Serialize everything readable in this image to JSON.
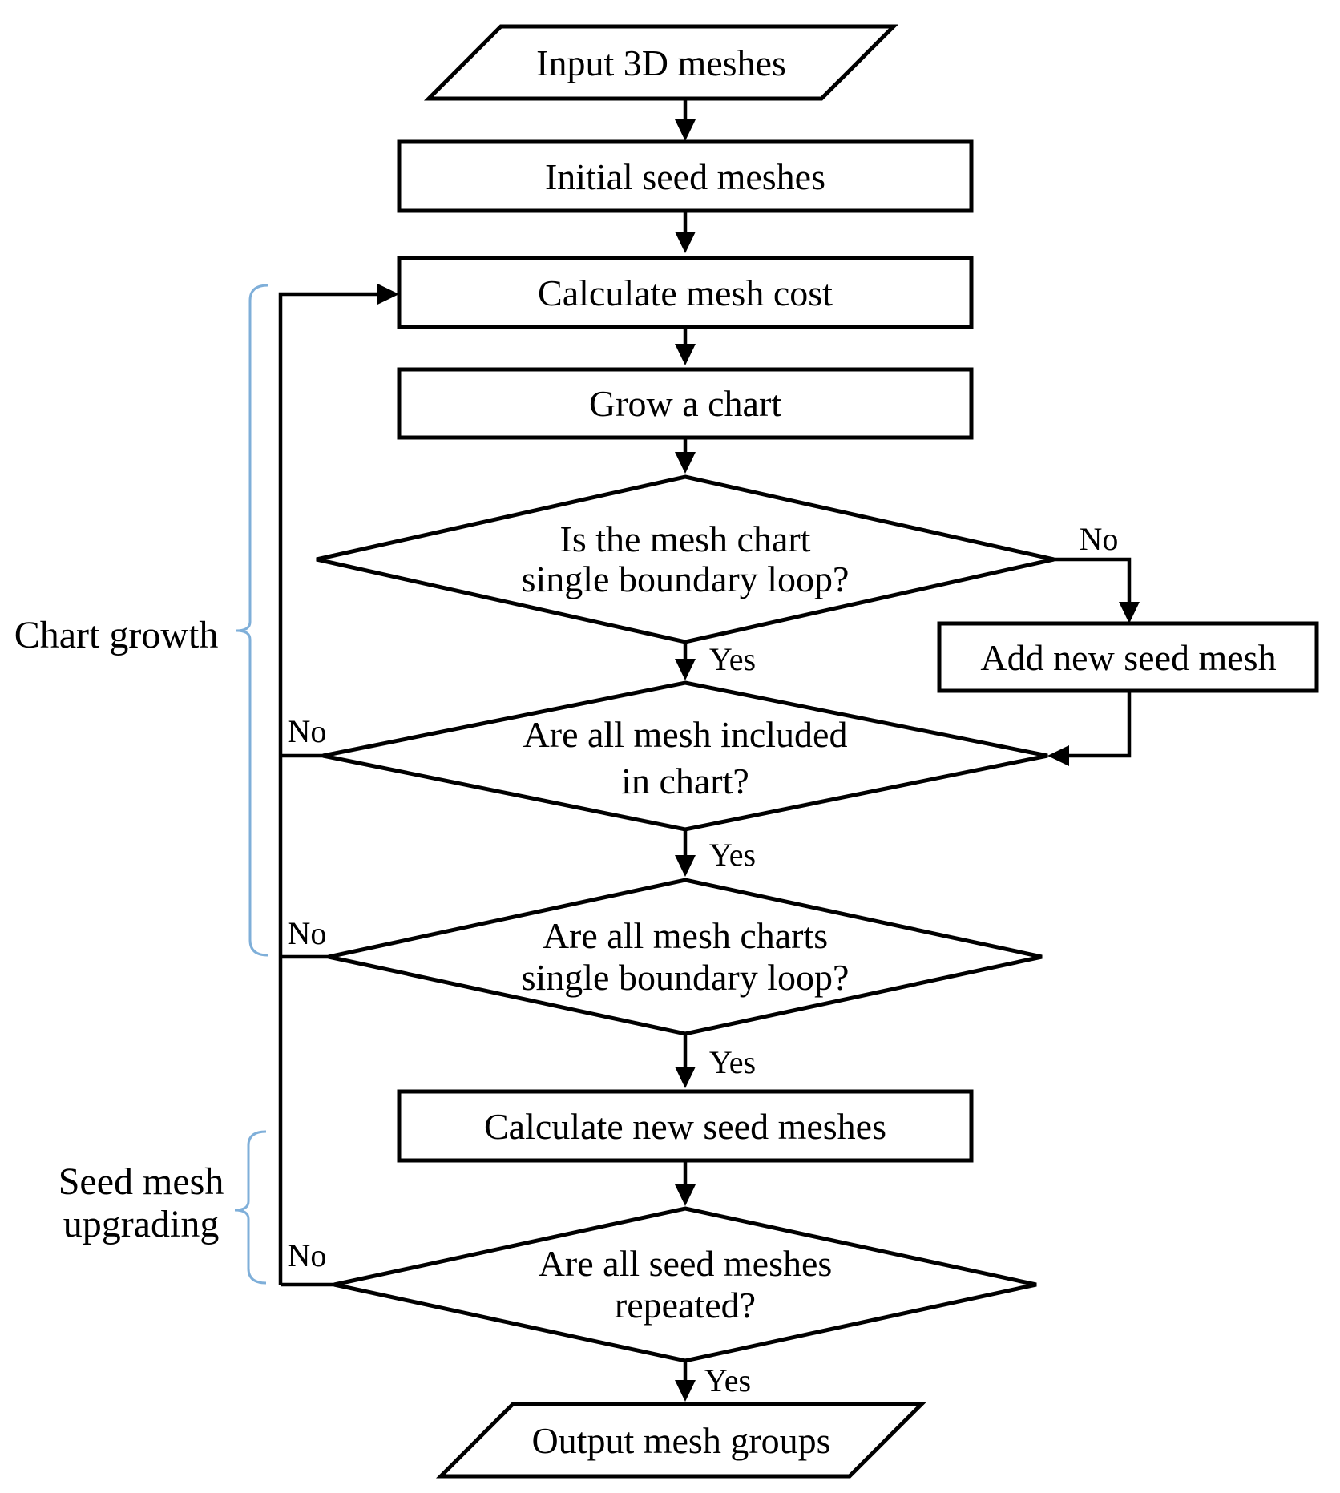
{
  "colors": {
    "ink": "#000000",
    "brace_blue": "#7fafd9",
    "background": "#ffffff"
  },
  "nodes": {
    "input": {
      "label": "Input 3D meshes"
    },
    "initial_seed": {
      "label": "Initial seed meshes"
    },
    "calc_cost": {
      "label": "Calculate mesh cost"
    },
    "grow_chart": {
      "label": "Grow a chart"
    },
    "d_single_loop": {
      "lines": [
        "Is the mesh chart",
        "single boundary loop?"
      ]
    },
    "add_seed": {
      "label": "Add new seed mesh"
    },
    "d_all_included": {
      "lines": [
        "Are all mesh included",
        "in chart?"
      ]
    },
    "d_all_charts_loop": {
      "lines": [
        "Are all mesh charts",
        "single boundary loop?"
      ]
    },
    "calc_new_seed": {
      "label": "Calculate new seed meshes"
    },
    "d_seeds_repeated": {
      "lines": [
        "Are all seed meshes",
        "repeated?"
      ]
    },
    "output": {
      "label": "Output mesh groups"
    }
  },
  "edge_labels": {
    "yes": "Yes",
    "no": "No"
  },
  "annotations": {
    "chart_growth": "Chart growth",
    "seed_mesh_line1": "Seed mesh",
    "seed_mesh_line2": "upgrading"
  }
}
